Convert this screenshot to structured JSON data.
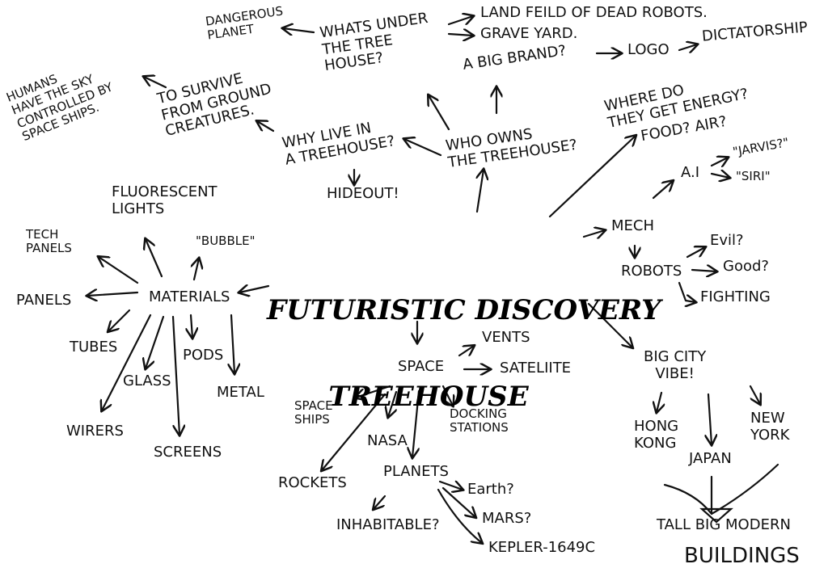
{
  "center": {
    "line1": "Futuristic Discovery",
    "line2": "TreeHouse"
  },
  "nodes": {
    "dangerous_planet": "DANGEROUS\nPLANET",
    "whats_under": "WHATS UNDER\nTHE TREE\nHOUSE?",
    "land_feild": "LAND FEILD OF DEAD ROBOTS.",
    "grave_yard": "GRAVE YARD.",
    "big_brand": "A BIG BRAND?",
    "logo": "LOGO",
    "dictatorship": "DICTATORSHIP",
    "humans_sky": "HUMANS\nHAVE THE SKY\nCONTROLLED BY\nSPACE SHIPS.",
    "to_survive": "TO SURVIVE\nFROM GROUND\nCREATURES.",
    "why_live": "WHY LIVE IN\nA TREEHOUSE?",
    "hideout": "HIDEOUT!",
    "who_owns": "WHO OWNS\nTHE TREEHOUSE?",
    "energy": "WHERE DO\nTHEY GET ENERGY?",
    "food_air": "FOOD? AIR?",
    "jarvis": "\"JARVIS?\"",
    "ai": "A.I",
    "siri": "\"SIRI\"",
    "fluorescent": "FLUORESCENT\nLIGHTS",
    "tech_panels": "TECH\nPANELS",
    "bubble": "\"BUBBLE\"",
    "materials": "MATERIALS",
    "panels": "PANELS",
    "tubes": "TUBES",
    "glass": "GLASS",
    "pods": "PODS",
    "metal": "METAL",
    "wirers": "WIRERS",
    "screens": "SCREENS",
    "mech": "MECH",
    "robots": "ROBOTS",
    "evil": "Evil?",
    "good": "Good?",
    "fighting": "FIGHTING",
    "space": "SPACE",
    "vents": "VENTS",
    "satellite": "SATELIITE",
    "space_ships": "SPACE\nSHIPS",
    "nasa": "NASA",
    "docking": "DOCKING\nSTATIONS",
    "rockets": "ROCKETS",
    "planets": "PLANETS",
    "earth": "Earth?",
    "inhabitable": "INHABITABLE?",
    "mars": "MARS?",
    "kepler": "KEPLER-1649C",
    "big_city": "BIG CITY\nVIBE!",
    "hong_kong": "HONG\nKONG",
    "japan": "JAPAN",
    "new_york": "NEW\nYORK",
    "tall_big": "TALL BIG MODERN",
    "buildings": "BUILDINGS"
  }
}
